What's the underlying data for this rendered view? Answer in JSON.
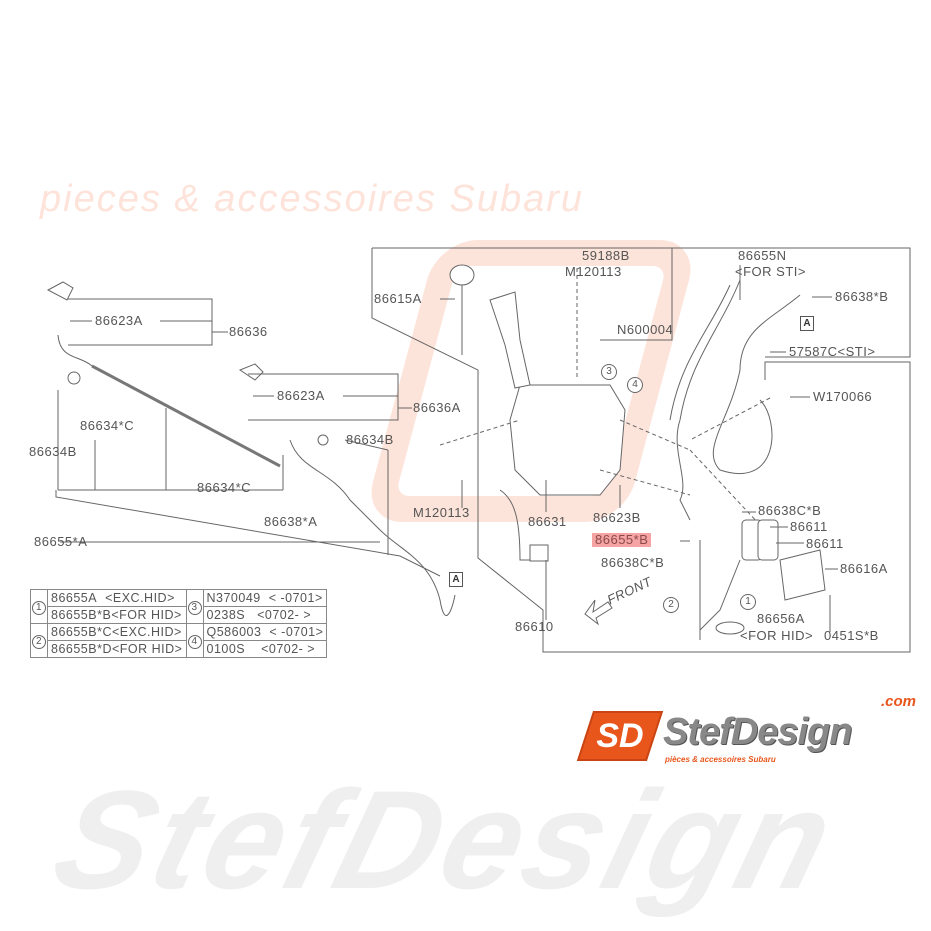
{
  "watermark": {
    "brand": "StefDesign",
    "tagline": "pieces & accessoires Subaru"
  },
  "labels": [
    "59188B",
    "M120113",
    "N600004",
    "86615A",
    "86655N",
    "<FOR STI>",
    "86638*B",
    "57587C<STI>",
    "W170066",
    "86623A",
    "86636",
    "86623A",
    "86636A",
    "86634*C",
    "86634B",
    "86634B",
    "86634*C",
    "86638*A",
    "86655*A",
    "M120113",
    "86631",
    "86623B",
    "86638C*B",
    "86611",
    "86611",
    "86655*B",
    "86638C*B",
    "86616A",
    "FRONT",
    "86610",
    "86656A",
    "<FOR HID>",
    "0451S*B"
  ],
  "markers": {
    "a": "A",
    "c1": "1",
    "c2": "2",
    "c3": "3",
    "c4": "4"
  },
  "legend": {
    "rows": [
      {
        "num": "1",
        "a": "86655A",
        "a_note": "<EXC.HID>",
        "num2": "3",
        "b": "N370049",
        "b_note": "< -0701>"
      },
      {
        "num": "",
        "a": "86655B*B",
        "a_note": "<FOR HID>",
        "num2": "",
        "b": "0238S",
        "b_note": "<0702- >"
      },
      {
        "num": "2",
        "a": "86655B*C",
        "a_note": "<EXC.HID>",
        "num2": "4",
        "b": "Q586003",
        "b_note": "< -0701>"
      },
      {
        "num": "",
        "a": "86655B*D",
        "a_note": "<FOR HID>",
        "num2": "",
        "b": "0100S",
        "b_note": "<0702- >"
      }
    ]
  },
  "logo": {
    "mark": "SD",
    "name": "StefDesign",
    "domain": ".com",
    "tagline": "pièces & accessoires Subaru"
  },
  "colors": {
    "highlight": "#f5a3a3",
    "brand": "#e8561c"
  }
}
